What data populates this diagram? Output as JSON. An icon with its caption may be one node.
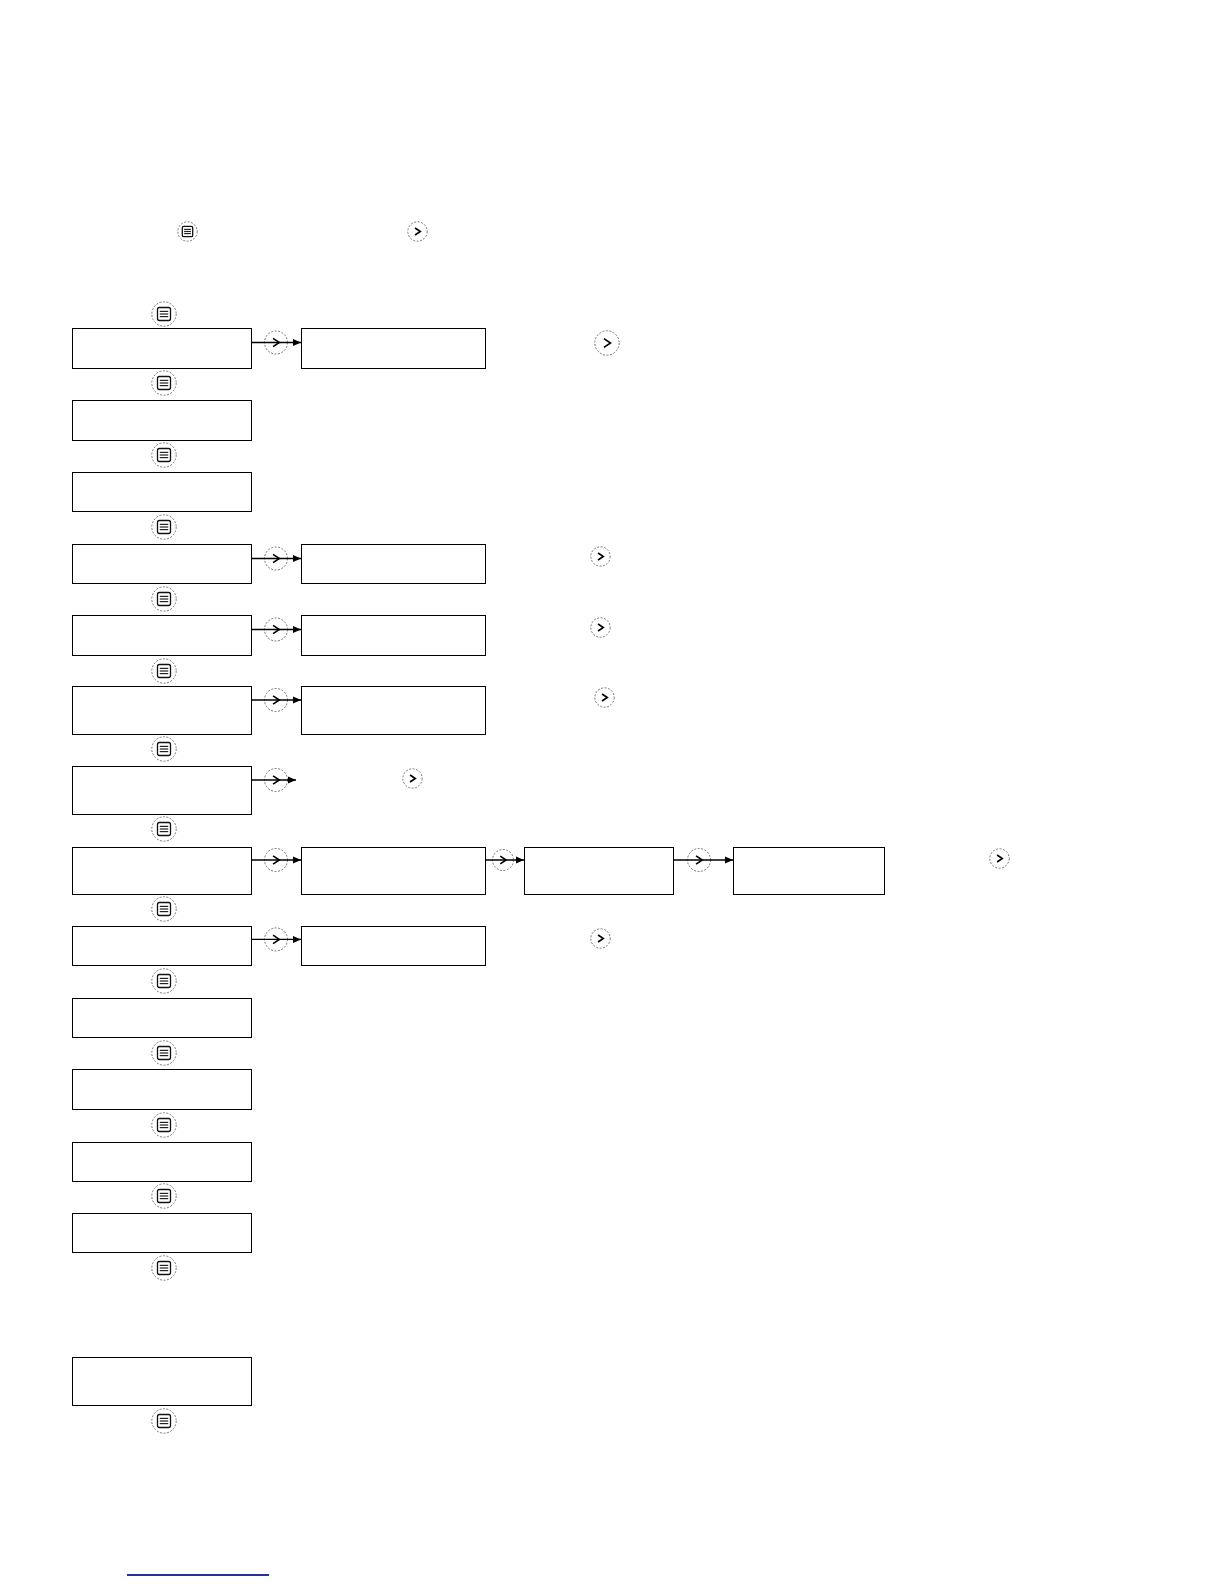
{
  "diagram": {
    "nodes": [
      {
        "text": [],
        "shape": "box"
      },
      {
        "text": [],
        "shape": "box"
      },
      {
        "text": [],
        "shape": "box"
      },
      {
        "text": [],
        "shape": "box"
      },
      {
        "text": [],
        "shape": "box"
      },
      {
        "text": [],
        "shape": "box"
      },
      {
        "text": [],
        "shape": "box"
      },
      {
        "text": [],
        "shape": "box"
      },
      {
        "text": [],
        "shape": "box"
      },
      {
        "text": [],
        "shape": "box"
      },
      {
        "text": [],
        "shape": "box"
      },
      {
        "text": [],
        "shape": "box"
      },
      {
        "text": [],
        "shape": "box"
      },
      {
        "text": [],
        "shape": "box"
      },
      {
        "text": [],
        "shape": "box"
      },
      {
        "text": [],
        "shape": "box"
      },
      {
        "text": [],
        "shape": "box"
      },
      {
        "text": [],
        "shape": "box"
      },
      {
        "text": [],
        "shape": "box"
      },
      {
        "text": [],
        "shape": "box"
      },
      {
        "text": [],
        "shape": "box"
      },
      {
        "text": [],
        "shape": "box"
      }
    ],
    "edges": [
      {
        "from": 0,
        "to": 1,
        "arrow": "to"
      },
      {
        "from": 4,
        "to": 5,
        "arrow": "to"
      },
      {
        "from": 6,
        "to": 7,
        "arrow": "to"
      },
      {
        "from": 8,
        "to": 9,
        "arrow": "to"
      },
      {
        "from": 10,
        "to": null,
        "arrow": "to"
      },
      {
        "from": 11,
        "to": 12,
        "arrow": "to"
      },
      {
        "from": 12,
        "to": 13,
        "arrow": "to"
      },
      {
        "from": 13,
        "to": 14,
        "arrow": "to"
      },
      {
        "from": 15,
        "to": 16,
        "arrow": "to"
      }
    ]
  }
}
